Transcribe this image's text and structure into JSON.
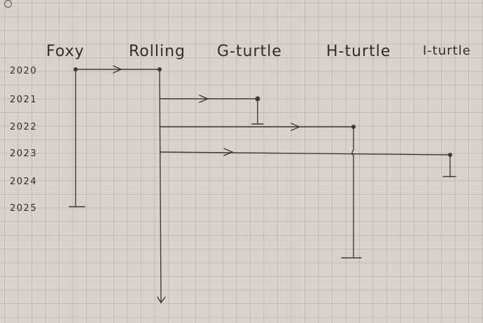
{
  "distros": [
    "Foxy",
    "Rolling",
    "G-turtle",
    "H-turtle",
    "I-turtle"
  ],
  "years": [
    "2020",
    "2021",
    "2022",
    "2023",
    "2024",
    "2025"
  ],
  "colors": {
    "ink": "#3a3a3a",
    "paper": "#d8d3c8"
  }
}
